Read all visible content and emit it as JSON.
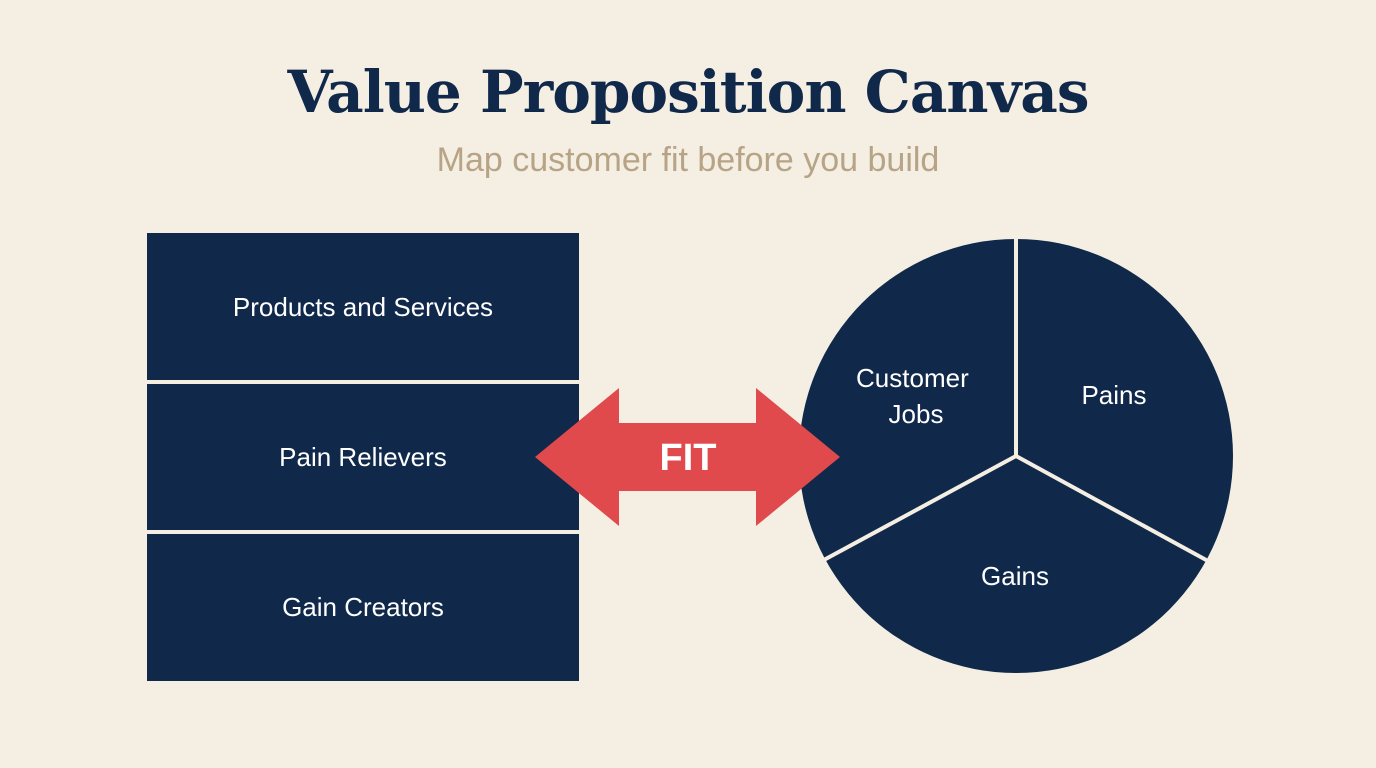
{
  "title": "Value Proposition Canvas",
  "subtitle": "Map customer fit before you build",
  "value_map": {
    "boxes": [
      {
        "label": "Products and Services"
      },
      {
        "label": "Pain Relievers"
      },
      {
        "label": "Gain Creators"
      }
    ]
  },
  "fit": {
    "label": "FIT"
  },
  "customer_profile": {
    "segments": [
      {
        "label_lines": [
          "Customer",
          "Jobs"
        ]
      },
      {
        "label_lines": [
          "Pains"
        ]
      },
      {
        "label_lines": [
          "Gains"
        ]
      }
    ]
  },
  "colors": {
    "background": "#f4efe2",
    "navy": "#10284a",
    "accent_red": "#e04a4c",
    "subtitle_tan": "#b7a386"
  }
}
